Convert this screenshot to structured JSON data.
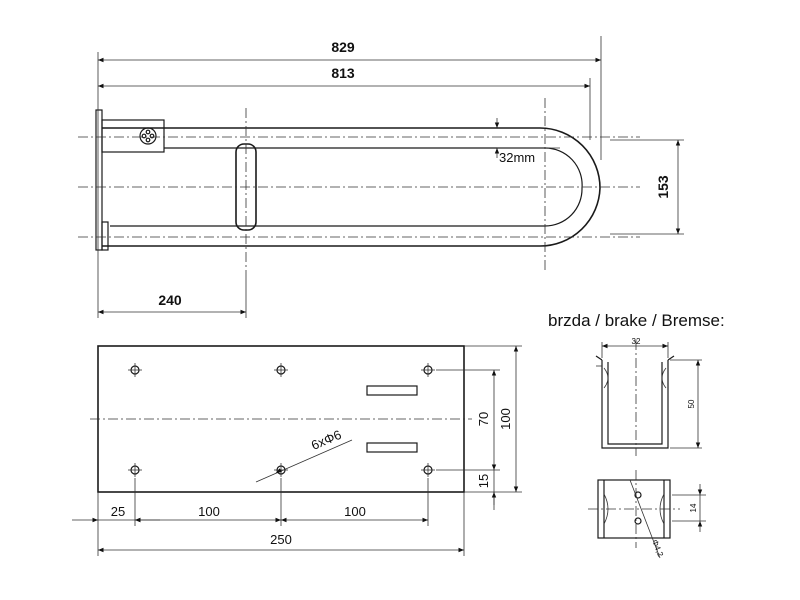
{
  "top_view": {
    "dim_overall": "829",
    "dim_length": "813",
    "dim_tube": "32mm",
    "dim_width": "153",
    "dim_grip_pos": "240"
  },
  "plate_view": {
    "dim_margin": "25",
    "dim_spacing_1": "100",
    "dim_spacing_2": "100",
    "dim_total": "250",
    "dim_holes_span": "70",
    "dim_height": "100",
    "dim_bottom": "15",
    "hole_label": "6xΦ6"
  },
  "brake_detail": {
    "title": "brzda / brake / Bremse:",
    "dim_width": "32",
    "dim_height": "50",
    "dim_small": "14",
    "hole_label": "Φ4,2"
  }
}
